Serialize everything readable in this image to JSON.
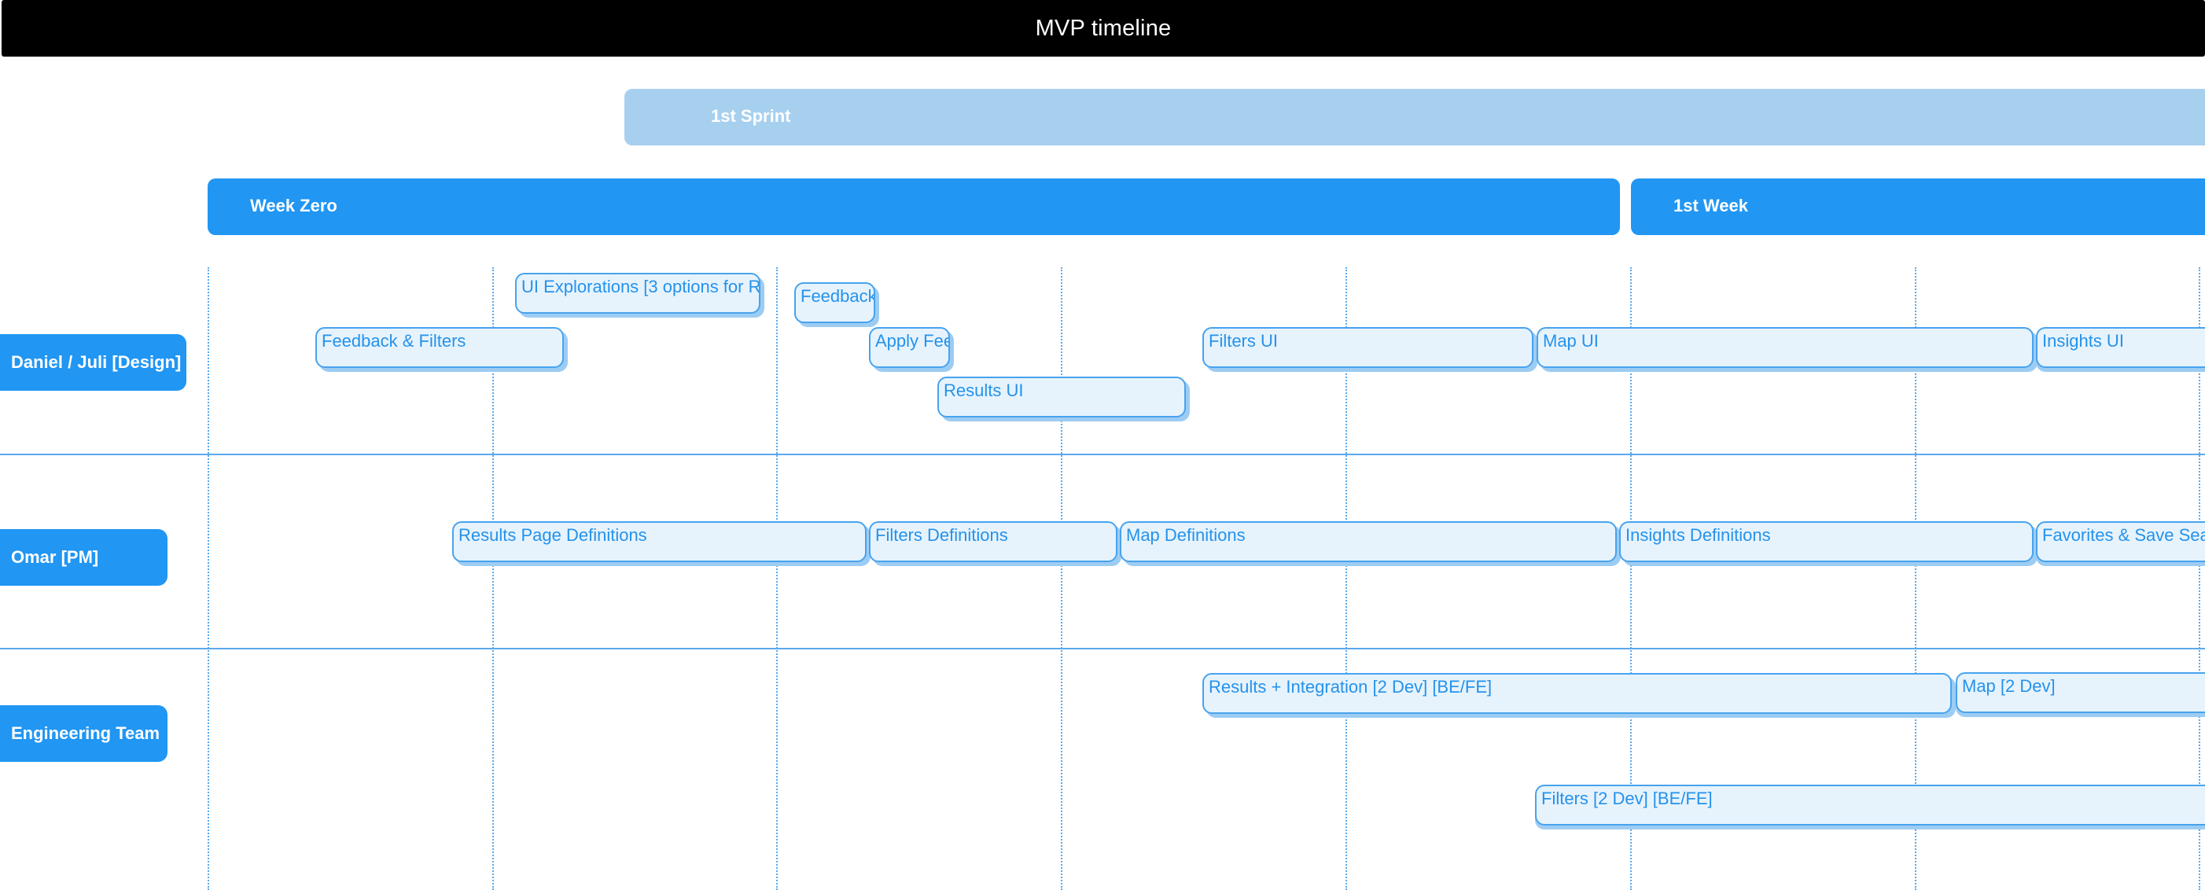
{
  "title": "MVP timeline",
  "sprint": {
    "label": "1st Sprint"
  },
  "weeks": [
    {
      "label": "Week Zero"
    },
    {
      "label": "1st Week"
    }
  ],
  "rows": [
    {
      "label": "Daniel / Juli  [Design]"
    },
    {
      "label": "Omar [PM]"
    },
    {
      "label": "Engineering Team"
    }
  ],
  "tasks": {
    "design": [
      "UI Explorations [3 options for R",
      "Feedback",
      "Feedback & Filters",
      "Apply Fee",
      "Results UI",
      "Filters UI",
      "Map UI",
      "Insights UI"
    ],
    "pm": [
      "Results Page Definitions",
      "Filters Definitions",
      "Map Definitions",
      "Insights Definitions",
      "Favorites & Save Sea"
    ],
    "eng": [
      "Results + Integration [2 Dev] [BE/FE]",
      "Map [2 Dev]",
      "Filters [2 Dev] [BE/FE]"
    ]
  },
  "colors": {
    "accent": "#2196f3",
    "sprint": "#a7d0ef",
    "task_fill": "#e6f3fd",
    "task_border": "#47a3ee",
    "header": "#000000"
  }
}
